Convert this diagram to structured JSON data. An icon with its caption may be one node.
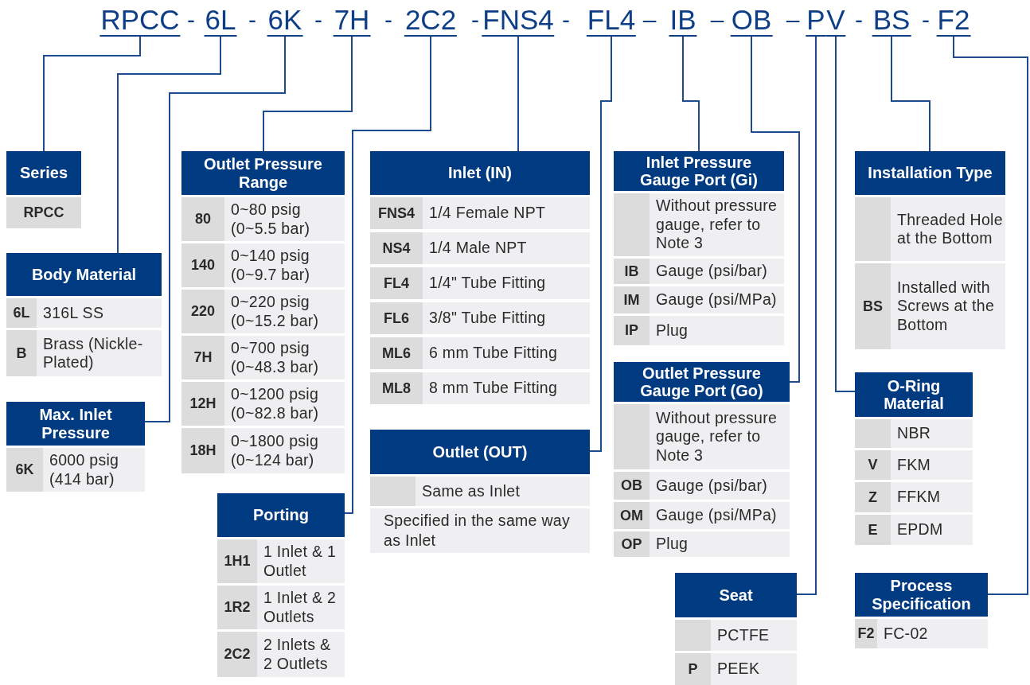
{
  "diagram": {
    "nodes": [
      {
        "text": [
          "RPCC"
        ]
      },
      {
        "text": [
          "6L"
        ]
      },
      {
        "text": [
          "6K"
        ]
      },
      {
        "text": [
          "7H"
        ]
      },
      {
        "text": [
          "2C2"
        ]
      },
      {
        "text": [
          "FNS4"
        ]
      },
      {
        "text": [
          "FL4"
        ]
      },
      {
        "text": [
          "IB"
        ]
      },
      {
        "text": [
          "OB"
        ]
      },
      {
        "text": [
          "P"
        ]
      },
      {
        "text": [
          "V"
        ]
      },
      {
        "text": [
          "BS"
        ]
      },
      {
        "text": [
          "F2"
        ]
      },
      {
        "text": [
          "Series"
        ]
      },
      {
        "text": [
          "RPCC"
        ],
        "in": 13
      },
      {
        "text": [
          "Body Material"
        ]
      },
      {
        "text": [
          "6L",
          "316L SS"
        ],
        "in": 15
      },
      {
        "text": [
          "B",
          "Brass (Nickle-Plated)"
        ],
        "in": 15
      },
      {
        "text": [
          "Max. Inlet Pressure"
        ]
      },
      {
        "text": [
          "6K",
          "6000 psig (414 bar)"
        ],
        "in": 18
      },
      {
        "text": [
          "Outlet Pressure Range"
        ]
      },
      {
        "text": [
          "80",
          "0~80 psig (0~5.5 bar)"
        ],
        "in": 20
      },
      {
        "text": [
          "140",
          "0~140 psig (0~9.7 bar)"
        ],
        "in": 20
      },
      {
        "text": [
          "220",
          "0~220 psig (0~15.2 bar)"
        ],
        "in": 20
      },
      {
        "text": [
          "7H",
          "0~700 psig (0~48.3 bar)"
        ],
        "in": 20
      },
      {
        "text": [
          "12H",
          "0~1200 psig (0~82.8 bar)"
        ],
        "in": 20
      },
      {
        "text": [
          "18H",
          "0~1800 psig (0~124 bar)"
        ],
        "in": 20
      },
      {
        "text": [
          "Porting"
        ]
      },
      {
        "text": [
          "1H1",
          "1 Inlet & 1 Outlet"
        ],
        "in": 27
      },
      {
        "text": [
          "1R2",
          "1 Inlet & 2 Outlets"
        ],
        "in": 27
      },
      {
        "text": [
          "2C2",
          "2 Inlets & 2 Outlets"
        ],
        "in": 27
      },
      {
        "text": [
          "Inlet (IN)"
        ]
      },
      {
        "text": [
          "FNS4",
          "1/4 Female NPT"
        ],
        "in": 31
      },
      {
        "text": [
          "NS4",
          "1/4 Male NPT"
        ],
        "in": 31
      },
      {
        "text": [
          "FL4",
          "1/4\" Tube Fitting"
        ],
        "in": 31
      },
      {
        "text": [
          "FL6",
          "3/8\" Tube Fitting"
        ],
        "in": 31
      },
      {
        "text": [
          "ML6",
          "6 mm Tube Fitting"
        ],
        "in": 31
      },
      {
        "text": [
          "ML8",
          "8 mm Tube Fitting"
        ],
        "in": 31
      },
      {
        "text": [
          "Outlet (OUT)",
          "Specified in the same way as Inlet"
        ]
      },
      {
        "text": [
          "Same as Inlet"
        ],
        "in": 38
      },
      {
        "text": [
          "Inlet Pressure Gauge Port (Gi)"
        ]
      },
      {
        "text": [
          "Without pressure gauge, refer to Note 3"
        ],
        "in": 40
      },
      {
        "text": [
          "IB",
          "Gauge (psi/bar)"
        ],
        "in": 40
      },
      {
        "text": [
          "IM",
          "Gauge (psi/MPa)"
        ],
        "in": 40
      },
      {
        "text": [
          "IP",
          "Plug"
        ],
        "in": 40
      },
      {
        "text": [
          "Outlet Pressure Gauge Port (Go)"
        ]
      },
      {
        "text": [
          "Without pressure gauge, refer to Note 3"
        ],
        "in": 45
      },
      {
        "text": [
          "OB",
          "Gauge (psi/bar)"
        ],
        "in": 45
      },
      {
        "text": [
          "OM",
          "Gauge (psi/MPa)"
        ],
        "in": 45
      },
      {
        "text": [
          "OP",
          "Plug"
        ],
        "in": 45
      },
      {
        "text": [
          "Seat"
        ]
      },
      {
        "text": [
          "PCTFE"
        ],
        "in": 50
      },
      {
        "text": [
          "P",
          "PEEK"
        ],
        "in": 50
      },
      {
        "text": [
          "Installation Type"
        ]
      },
      {
        "text": [
          "Threaded Hole at the Bottom"
        ],
        "in": 53
      },
      {
        "text": [
          "BS",
          "Installed with Screws at the Bottom"
        ],
        "in": 53
      },
      {
        "text": [
          "O-Ring Material"
        ]
      },
      {
        "text": [
          "NBR"
        ],
        "in": 56
      },
      {
        "text": [
          "V",
          "FKM"
        ],
        "in": 56
      },
      {
        "text": [
          "Z",
          "FFKM"
        ],
        "in": 56
      },
      {
        "text": [
          "E",
          "EPDM"
        ],
        "in": 56
      },
      {
        "text": [
          "Process Specification"
        ]
      },
      {
        "text": [
          "F2",
          "FC-02"
        ],
        "in": 61
      }
    ],
    "edges": [
      {
        "from": 0,
        "to": 13,
        "arrow": "none"
      },
      {
        "from": 1,
        "to": 15,
        "arrow": "none"
      },
      {
        "from": 2,
        "to": 18,
        "arrow": "none"
      },
      {
        "from": 3,
        "to": 20,
        "arrow": "none"
      },
      {
        "from": 4,
        "to": 27,
        "arrow": "none"
      },
      {
        "from": 5,
        "to": 31,
        "arrow": "none"
      },
      {
        "from": 6,
        "to": 38,
        "arrow": "none"
      },
      {
        "from": 7,
        "to": 40,
        "arrow": "none"
      },
      {
        "from": 8,
        "to": 45,
        "arrow": "none"
      },
      {
        "from": 9,
        "to": 50,
        "arrow": "none"
      },
      {
        "from": 10,
        "to": 56,
        "arrow": "none"
      },
      {
        "from": 11,
        "to": 53,
        "arrow": "none"
      },
      {
        "from": 12,
        "to": 61,
        "arrow": "none"
      }
    ],
    "labels": [
      "-",
      "-",
      "-",
      "-",
      "-",
      "-",
      "–",
      "–",
      "–",
      "-",
      "-"
    ]
  }
}
